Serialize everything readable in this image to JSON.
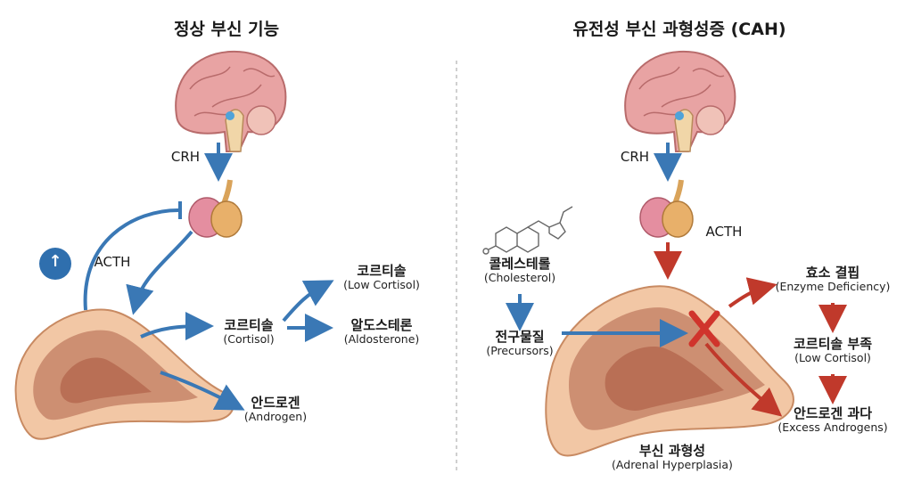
{
  "left_panel": {
    "title": "정상 부신 기능",
    "crh": "CRH",
    "acth": "ACTH",
    "feedback_symbol": "↑",
    "products": [
      {
        "ko": "코르티솔",
        "en": "(Cortisol)"
      },
      {
        "ko": "코르티솔",
        "en": "(Low Cortisol)"
      },
      {
        "ko": "알도스테론",
        "en": "(Aldosterone)"
      },
      {
        "ko": "안드로겐",
        "en": "(Androgen)"
      }
    ]
  },
  "right_panel": {
    "title": "유전성 부신 과형성증 (CAH)",
    "crh": "CRH",
    "acth": "ACTH",
    "cholesterol": {
      "ko": "콜레스테롤",
      "en": "(Cholesterol)"
    },
    "precursors": {
      "ko": "전구물질",
      "en": "(Precursors)"
    },
    "enzyme": {
      "ko": "효소 결핍",
      "en": "(Enzyme Deficiency)"
    },
    "low_cortisol": {
      "ko": "코르티솔 부족",
      "en": "(Low Cortisol)"
    },
    "excess_androgens": {
      "ko": "안드로겐 과다",
      "en": "(Excess Androgens)"
    },
    "gland": {
      "ko": "부신 과형성",
      "en": "(Adrenal Hyperplasia)"
    }
  },
  "colors": {
    "blue_arrow": "#3a78b5",
    "red_arrow": "#c0392b",
    "brain": "#e8a3a3",
    "gland_outer": "#f2c7a5",
    "gland_inner": "#b96f55"
  }
}
